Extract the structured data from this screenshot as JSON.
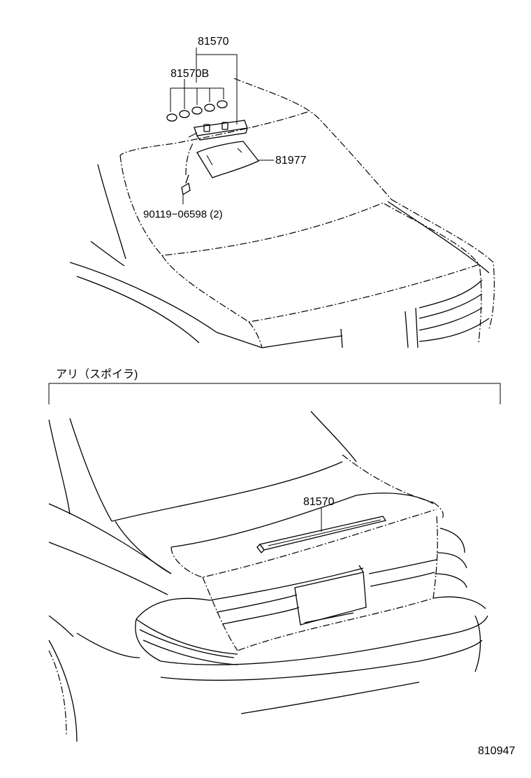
{
  "upper_diagram": {
    "callouts": {
      "lamp_assembly": "81570",
      "lamp_bulb": "81570B",
      "cover": "81977",
      "screw": "90119−06598 (2)"
    }
  },
  "lower_diagram": {
    "section_title": "アリ（スポイラ)",
    "callouts": {
      "spoiler_lamp": "81570"
    }
  },
  "figure_code": "810947"
}
